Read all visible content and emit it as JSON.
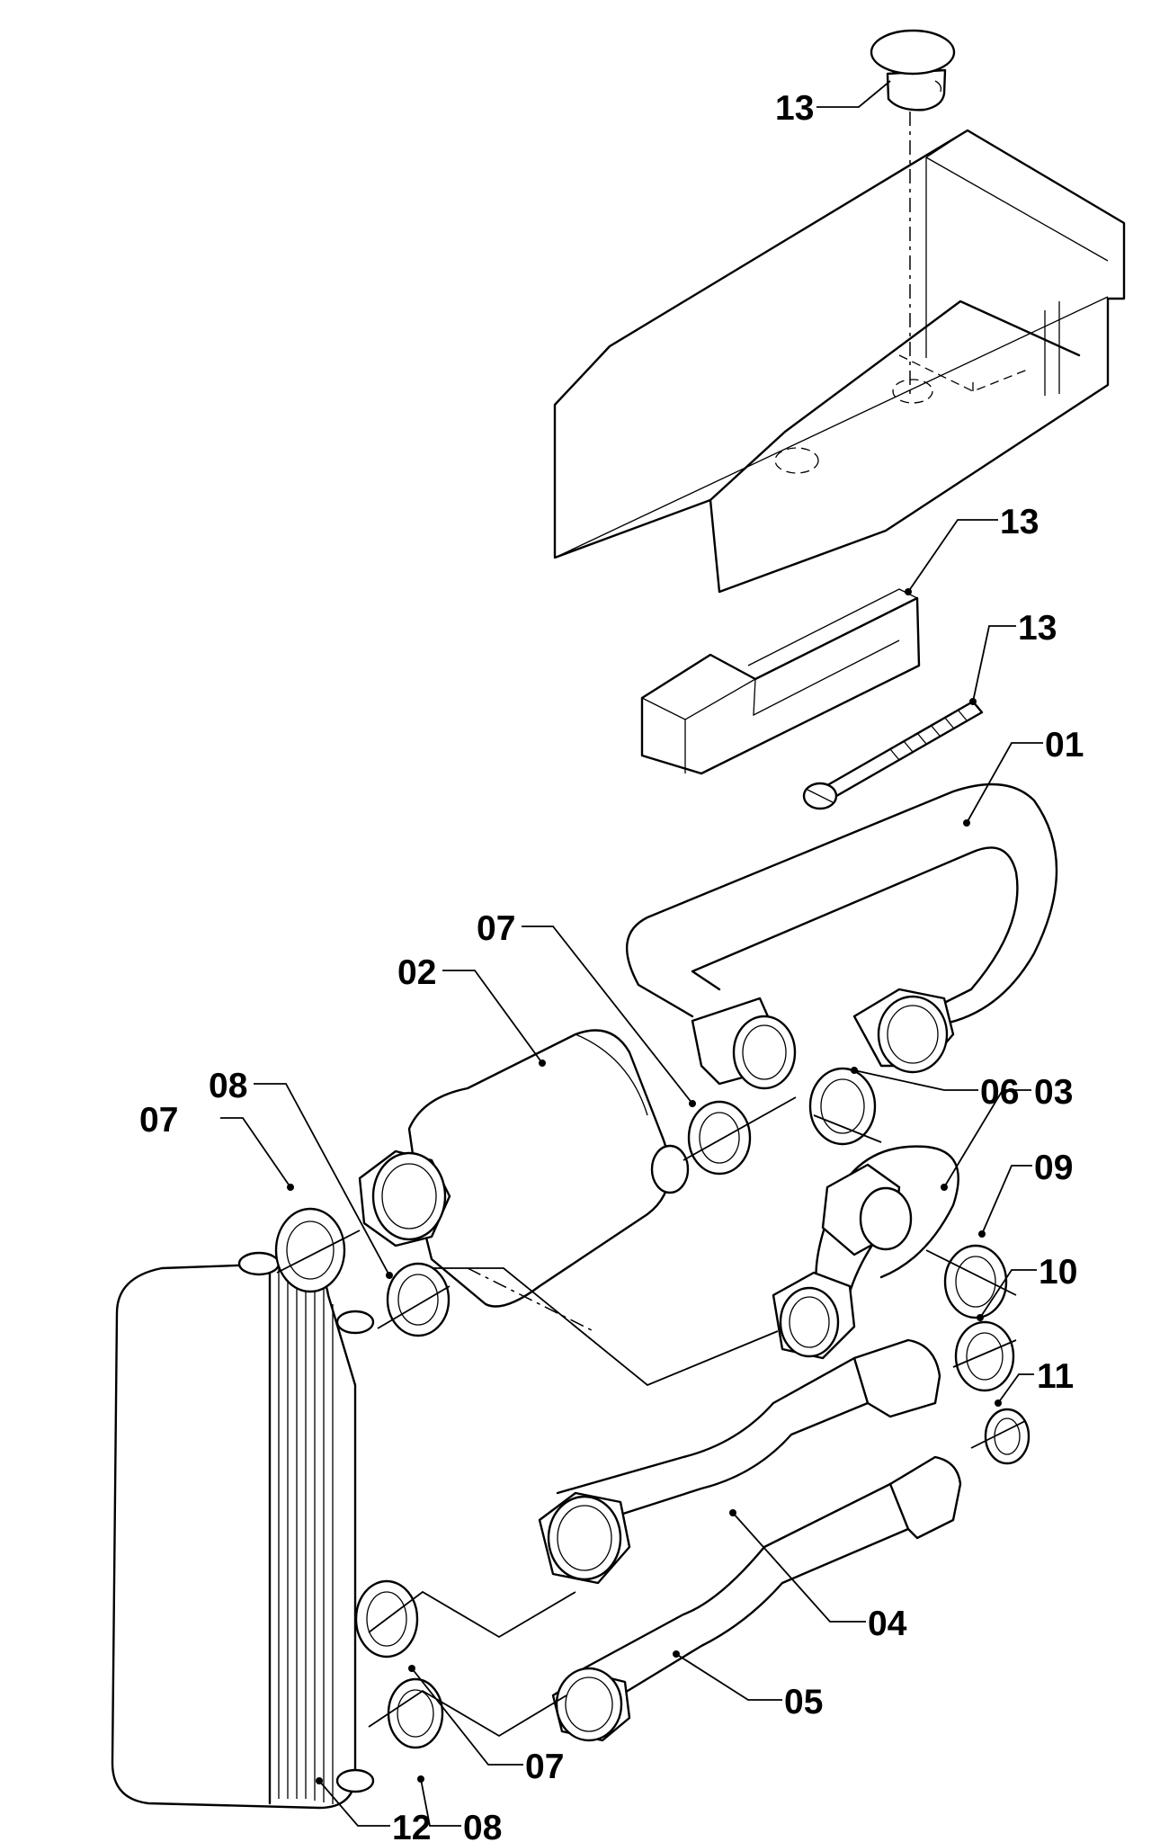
{
  "callouts": [
    {
      "id": "c1",
      "label": "13"
    },
    {
      "id": "c2",
      "label": "13"
    },
    {
      "id": "c3",
      "label": "13"
    },
    {
      "id": "c4",
      "label": "01"
    },
    {
      "id": "c5",
      "label": "07"
    },
    {
      "id": "c6",
      "label": "02"
    },
    {
      "id": "c7",
      "label": "08"
    },
    {
      "id": "c8",
      "label": "07"
    },
    {
      "id": "c9",
      "label": "06"
    },
    {
      "id": "c10",
      "label": "03"
    },
    {
      "id": "c11",
      "label": "09"
    },
    {
      "id": "c12",
      "label": "10"
    },
    {
      "id": "c13",
      "label": "11"
    },
    {
      "id": "c14",
      "label": "04"
    },
    {
      "id": "c15",
      "label": "05"
    },
    {
      "id": "c16",
      "label": "07"
    },
    {
      "id": "c17",
      "label": "12"
    },
    {
      "id": "c18",
      "label": "08"
    }
  ]
}
